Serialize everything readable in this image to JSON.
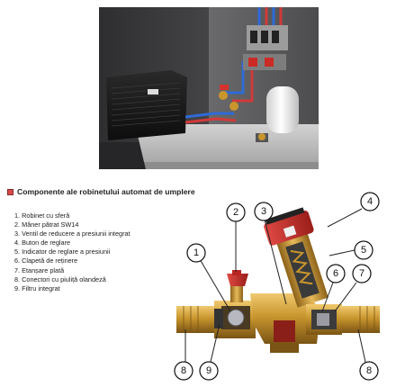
{
  "heading": "Componente ale robinetului automat de umplere",
  "components": [
    "1. Robinet cu sferă",
    "2. Mâner pătrat SW14",
    "3. Ventil de reducere a presiunii integrat",
    "4. Buton de reglare",
    "5. Indicator de reglare a presiunii",
    "6. Clapetă de reținere",
    "7. Etanșare plată",
    "8. Conectori cu piuliță olandeză",
    "9. Filtru integrat"
  ],
  "callouts": [
    "1",
    "2",
    "3",
    "4",
    "5",
    "6",
    "7",
    "8",
    "9",
    "8"
  ],
  "colors": {
    "brass": "#c9962e",
    "handle_red": "#d6322e",
    "knob_red": "#cc2a24",
    "room_gray": "#3a3a3c",
    "floor": "#c8c8c8"
  }
}
